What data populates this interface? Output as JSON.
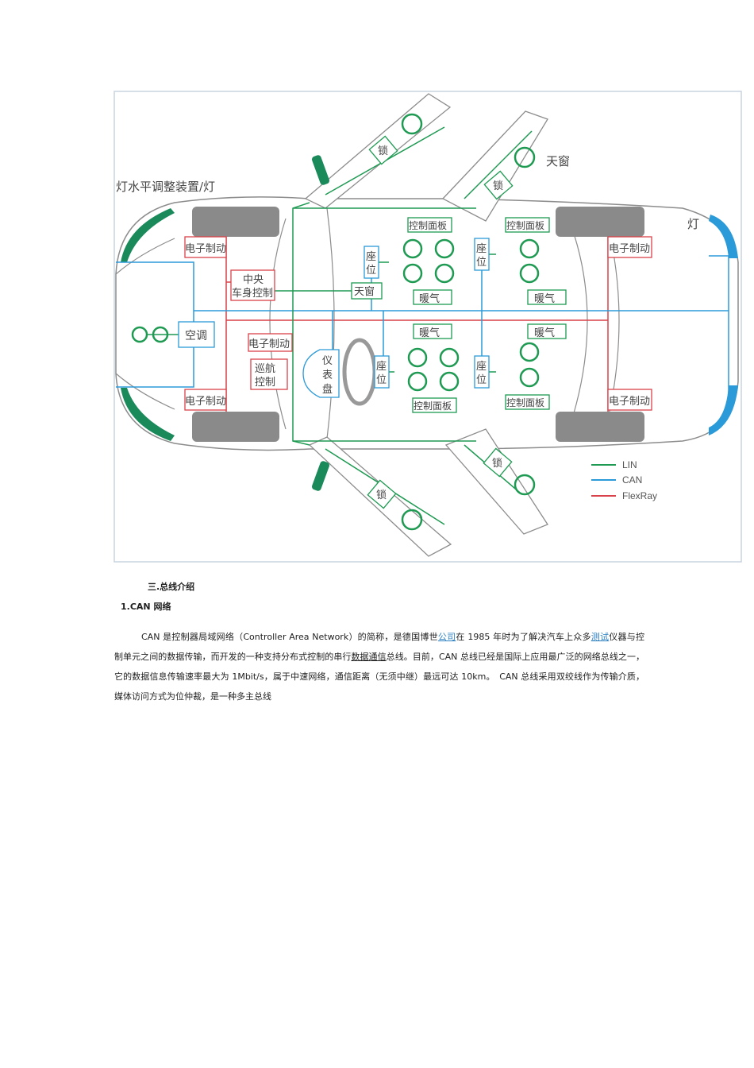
{
  "diagram": {
    "labels": {
      "light_leveling": "灯水平调整装置/灯",
      "sunroof_top": "天窗",
      "rear_light": "灯",
      "lock": "锁",
      "electronic_brake": "电子制动",
      "central_body_line1": "中央",
      "central_body_line2": "车身控制",
      "sunroof_inner": "天窗",
      "air_conditioning": "空调",
      "cruise_line1": "巡航",
      "cruise_line2": "控制",
      "dashboard_1": "仪",
      "dashboard_2": "表",
      "dashboard_3": "盘",
      "seat_1": "座",
      "seat_2": "位",
      "control_panel": "控制面板",
      "heater": "暖气"
    },
    "legend": [
      {
        "label": "LIN",
        "color": "#1e9a52"
      },
      {
        "label": "CAN",
        "color": "#2b9ad8"
      },
      {
        "label": "FlexRay",
        "color": "#d9424a"
      }
    ]
  },
  "article": {
    "section_title": "三.总线介绍",
    "subsection_title": "1.CAN 网络",
    "para_1": "CAN 是控制器局域网络（Controller Area Network）的简称，是德国博世",
    "link_company": "公司",
    "para_2": "在 1985 年时为了解决汽车上众多",
    "link_test": "测试",
    "para_3": "仪器与控制单元之间的数据传输，而开发的一种支持分布式控制的串行",
    "underlined_data_comm": "数据通信",
    "para_4": "总线。目前，CAN 总线已经是国际上应用最广泛的网络总线之一，它的数据信息传输速率最大为 1Mbit/s，属于中速网络，通信距离（无须中继）最远可达 10km。　CAN 总线采用双绞线作为传输介质，媒体访问方式为位仲裁，是一种多主总线"
  }
}
